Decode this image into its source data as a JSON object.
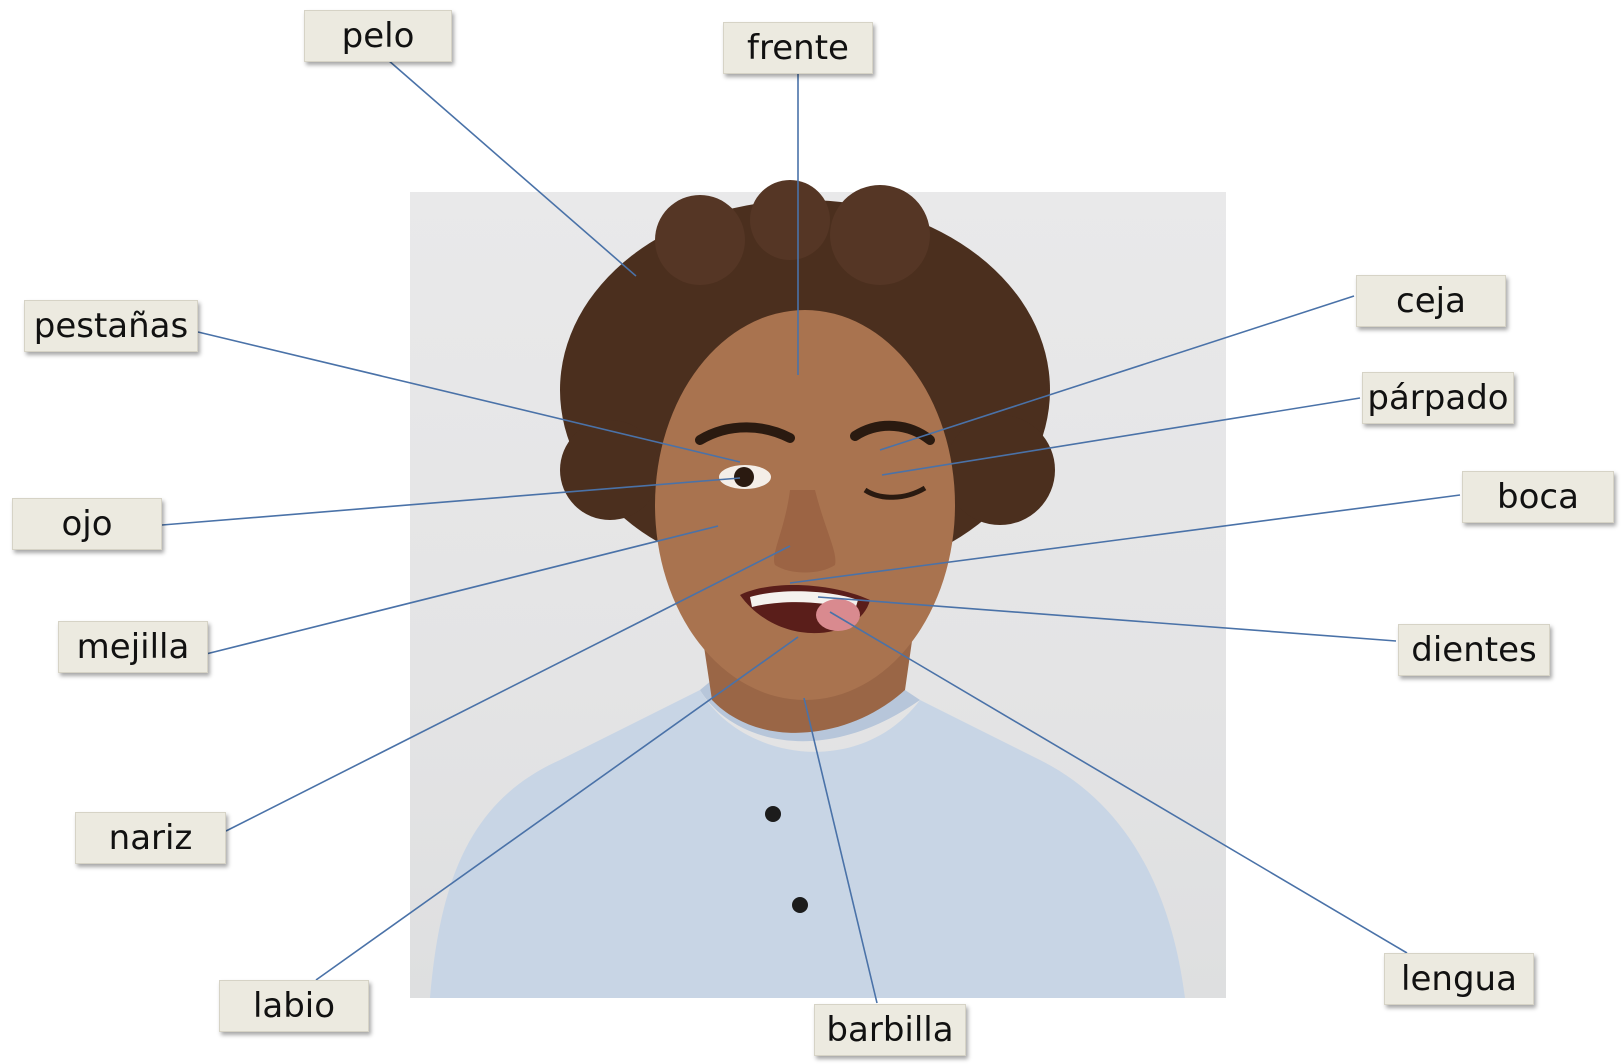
{
  "labels": {
    "pelo": "pelo",
    "frente": "frente",
    "pestanas": "pestañas",
    "ceja": "ceja",
    "parpado": "párpado",
    "ojo": "ojo",
    "boca": "boca",
    "mejilla": "mejilla",
    "dientes": "dientes",
    "nariz": "nariz",
    "lengua": "lengua",
    "labio": "labio",
    "barbilla": "barbilla"
  },
  "colors": {
    "leader_line": "#4a72a8",
    "label_bg": "#eceae0",
    "photo_bg": "#e6e6e7",
    "shirt": "#c9d6e6",
    "skin": "#a5704f",
    "hair": "#4a2f1e"
  }
}
